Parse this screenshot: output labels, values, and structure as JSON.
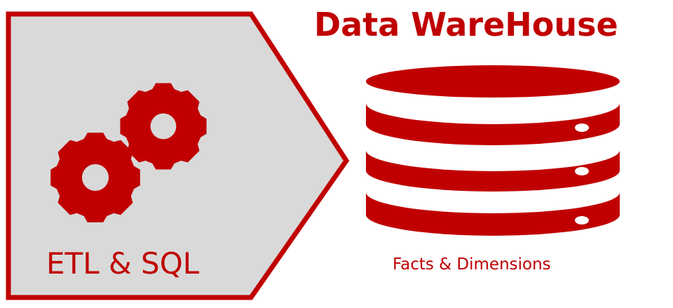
{
  "title": "Data WareHouse",
  "etl": {
    "label": "ETL & SQL",
    "icon": "gears-icon"
  },
  "warehouse": {
    "caption": "Facts & Dimensions",
    "icon": "database-icon"
  },
  "colors": {
    "accent": "#c00000",
    "panel_fill": "#d9d9d9",
    "background": "#ffffff"
  }
}
